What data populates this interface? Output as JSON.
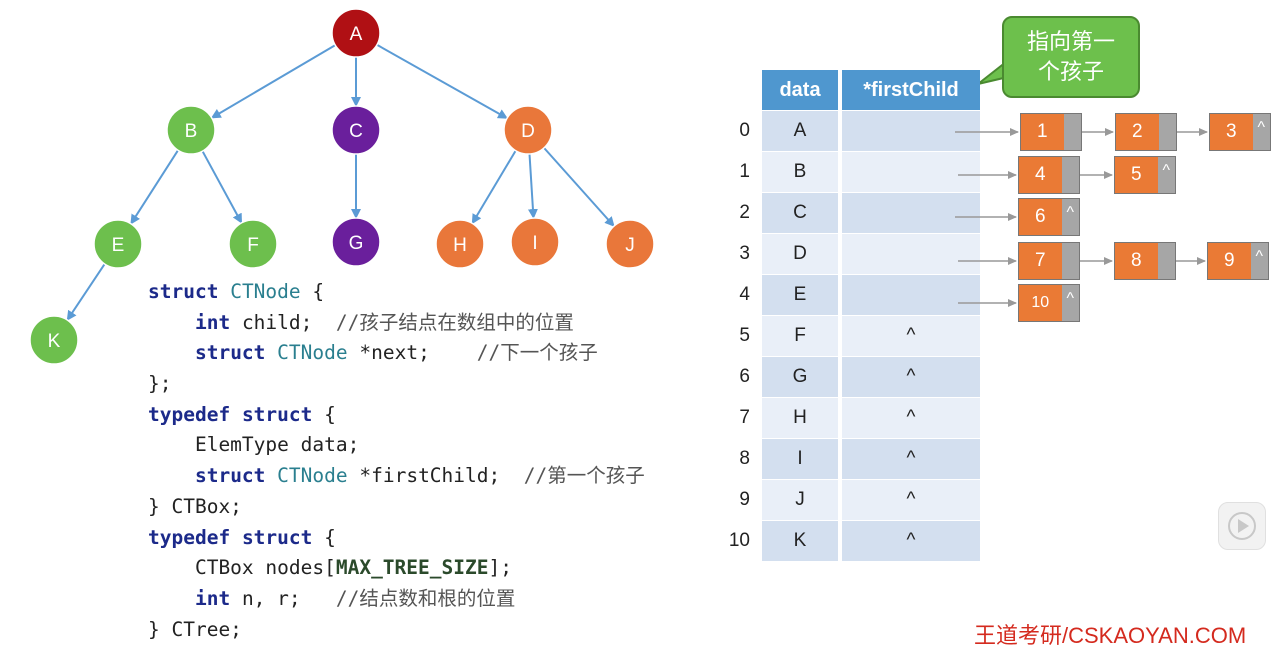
{
  "tree": {
    "nodes": [
      {
        "id": "A",
        "label": "A",
        "color": "#b01014"
      },
      {
        "id": "B",
        "label": "B",
        "color": "#6dbf4d"
      },
      {
        "id": "C",
        "label": "C",
        "color": "#6a1f9c"
      },
      {
        "id": "D",
        "label": "D",
        "color": "#e9773a"
      },
      {
        "id": "E",
        "label": "E",
        "color": "#6dbf4d"
      },
      {
        "id": "F",
        "label": "F",
        "color": "#6dbf4d"
      },
      {
        "id": "G",
        "label": "G",
        "color": "#6a1f9c"
      },
      {
        "id": "H",
        "label": "H",
        "color": "#e9773a"
      },
      {
        "id": "I",
        "label": "I",
        "color": "#e9773a"
      },
      {
        "id": "J",
        "label": "J",
        "color": "#e9773a"
      },
      {
        "id": "K",
        "label": "K",
        "color": "#6dbf4d"
      }
    ],
    "edges": [
      [
        "A",
        "B"
      ],
      [
        "A",
        "C"
      ],
      [
        "A",
        "D"
      ],
      [
        "B",
        "E"
      ],
      [
        "B",
        "F"
      ],
      [
        "C",
        "G"
      ],
      [
        "D",
        "H"
      ],
      [
        "D",
        "I"
      ],
      [
        "D",
        "J"
      ],
      [
        "E",
        "K"
      ]
    ],
    "edge_color": "#5b9bd5"
  },
  "code": {
    "lines": [
      "struct CTNode {",
      "    int child;  //孩子结点在数组中的位置",
      "    struct CTNode *next;    //下一个孩子",
      "};",
      "typedef struct {",
      "    ElemType data;",
      "    struct CTNode *firstChild;  //第一个孩子",
      "} CTBox;",
      "typedef struct {",
      "    CTBox nodes[MAX_TREE_SIZE];",
      "    int n, r;   //结点数和根的位置",
      "} CTree;"
    ]
  },
  "table": {
    "headers": [
      "data",
      "*firstChild"
    ],
    "rows": [
      {
        "index": "0",
        "data": "A",
        "firstChild": ""
      },
      {
        "index": "1",
        "data": "B",
        "firstChild": ""
      },
      {
        "index": "2",
        "data": "C",
        "firstChild": ""
      },
      {
        "index": "3",
        "data": "D",
        "firstChild": ""
      },
      {
        "index": "4",
        "data": "E",
        "firstChild": ""
      },
      {
        "index": "5",
        "data": "F",
        "firstChild": "^"
      },
      {
        "index": "6",
        "data": "G",
        "firstChild": "^"
      },
      {
        "index": "7",
        "data": "H",
        "firstChild": "^"
      },
      {
        "index": "8",
        "data": "I",
        "firstChild": "^"
      },
      {
        "index": "9",
        "data": "J",
        "firstChild": "^"
      },
      {
        "index": "10",
        "data": "K",
        "firstChild": "^"
      }
    ],
    "header_color": "#4f97cf"
  },
  "callout": {
    "line1": "指向第一",
    "line2": "个孩子",
    "color": "#6dc04c"
  },
  "lists": [
    {
      "row": 0,
      "nodes": [
        {
          "child": "1",
          "next": ""
        },
        {
          "child": "2",
          "next": ""
        },
        {
          "child": "3",
          "next": "^"
        }
      ]
    },
    {
      "row": 1,
      "nodes": [
        {
          "child": "4",
          "next": ""
        },
        {
          "child": "5",
          "next": "^"
        }
      ]
    },
    {
      "row": 2,
      "nodes": [
        {
          "child": "6",
          "next": "^"
        }
      ]
    },
    {
      "row": 3,
      "nodes": [
        {
          "child": "7",
          "next": ""
        },
        {
          "child": "8",
          "next": ""
        },
        {
          "child": "9",
          "next": "^"
        }
      ]
    },
    {
      "row": 4,
      "nodes": [
        {
          "child": "10",
          "next": "^"
        }
      ]
    }
  ],
  "watermark": "王道考研/CSKAOYAN.COM",
  "icons": {
    "play": "play-icon"
  }
}
